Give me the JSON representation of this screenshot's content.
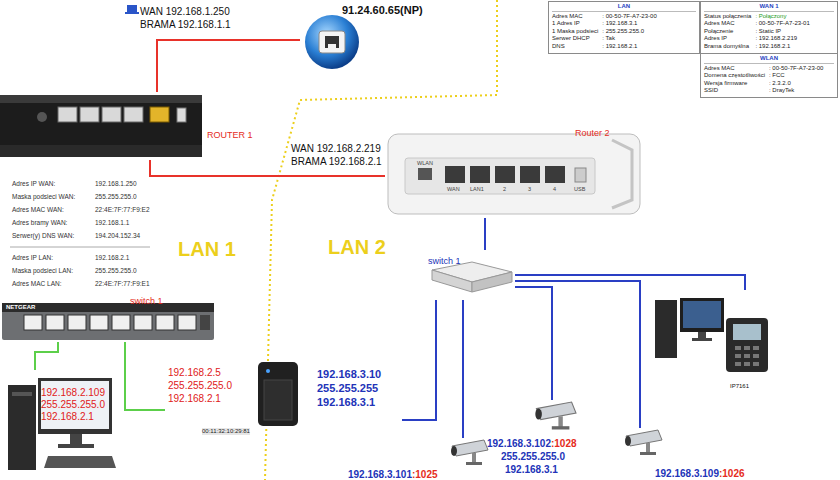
{
  "diagram": {
    "nodes": [
      {
        "text": [
          "91.24.60.65(NP)"
        ]
      },
      {
        "text": [
          "LAN",
          "Adres MAC",
          ": 00-50-7F-A7-23-00",
          "1 Adres IP",
          ": 192.168.3.1",
          "1 Maska podsieci",
          ": 255.255.255.0",
          "Serwer DHCP",
          ": Tak",
          "DNS",
          ": 192.168.2.1"
        ]
      },
      {
        "text": [
          "WAN 1",
          "Status połączenia",
          ": Połączony",
          "Adres MAC",
          ": 00-50-7F-A7-23-01",
          "Połączenie",
          ": Static IP",
          "Adres IP",
          ": 192.168.2.219",
          "Brama domyślna",
          ": 192.168.2.1"
        ]
      },
      {
        "text": [
          "WLAN",
          "Adres MAC",
          ": 00-50-7F-A7-23-00",
          "Domena częstotliwości",
          ": FCC",
          "Wersja firmware",
          ": 2.3.2.0",
          "SSID",
          ": DrayTek"
        ]
      },
      {
        "text": [
          "ROUTER 1"
        ]
      },
      {
        "text": [
          "Router 2"
        ]
      },
      {
        "text": [
          "switch 1"
        ]
      },
      {
        "text": [
          "switch 1"
        ]
      },
      {
        "text": [
          "IP7161"
        ]
      },
      {
        "text": [
          "192.168.2.109",
          "255.255.255.0",
          "192.168.2.1"
        ]
      },
      {
        "text": [
          "192.168.2.5",
          "255.255.255.0",
          "192.168.2.1",
          "192.168.3.10",
          "255.255.255",
          "192.168.3.1"
        ]
      },
      {
        "text": [
          "192.168.3.102",
          ":1028",
          "255.255.255.0",
          "192.168.3.1"
        ]
      },
      {
        "text": [
          "192.168.3.109",
          ":1026"
        ]
      },
      {
        "text": [
          "192.168.3.101",
          ":1025"
        ]
      }
    ],
    "edges": [
      {
        "from": 0,
        "to": 4,
        "arrow": "none"
      },
      {
        "from": 4,
        "to": 5,
        "arrow": "none"
      },
      {
        "from": 5,
        "to": 7,
        "arrow": "none"
      },
      {
        "from": 6,
        "to": 9,
        "arrow": "none"
      },
      {
        "from": 6,
        "to": 10,
        "arrow": "none"
      },
      {
        "from": 7,
        "to": 10,
        "arrow": "none"
      },
      {
        "from": 7,
        "to": 13,
        "arrow": "none"
      },
      {
        "from": 7,
        "to": 11,
        "arrow": "none"
      },
      {
        "from": 7,
        "to": 12,
        "arrow": "none"
      },
      {
        "from": 7,
        "to": 8,
        "arrow": "none"
      }
    ],
    "labels": [
      "WAN 192.168.1.250",
      "BRAMA 192.168.1.1",
      "Adres IP WAN:",
      "192.168.1.250",
      "Maska podsieci WAN:",
      "255.255.255.0",
      "Adres MAC WAN:",
      "22:4E:7F:77:F9:E2",
      "Adres bramy WAN:",
      "192.168.1.1",
      "Serwer(y) DNS WAN:",
      "194.204.152.34",
      "Adres IP LAN:",
      "192.168.2.1",
      "Maska podsieci LAN:",
      "255.255.255.0",
      "Adres MAC LAN:",
      "22:4E:7F:77:F9:E1",
      "WAN 192.168.2.219",
      "BRAMA 192.168.2.1",
      "LAN 1",
      "LAN 2",
      "NETGEAR",
      "WLAN",
      "WAN",
      "LAN1",
      "2",
      "3",
      "4",
      "USB",
      "00:11:32:10:29:81"
    ]
  }
}
